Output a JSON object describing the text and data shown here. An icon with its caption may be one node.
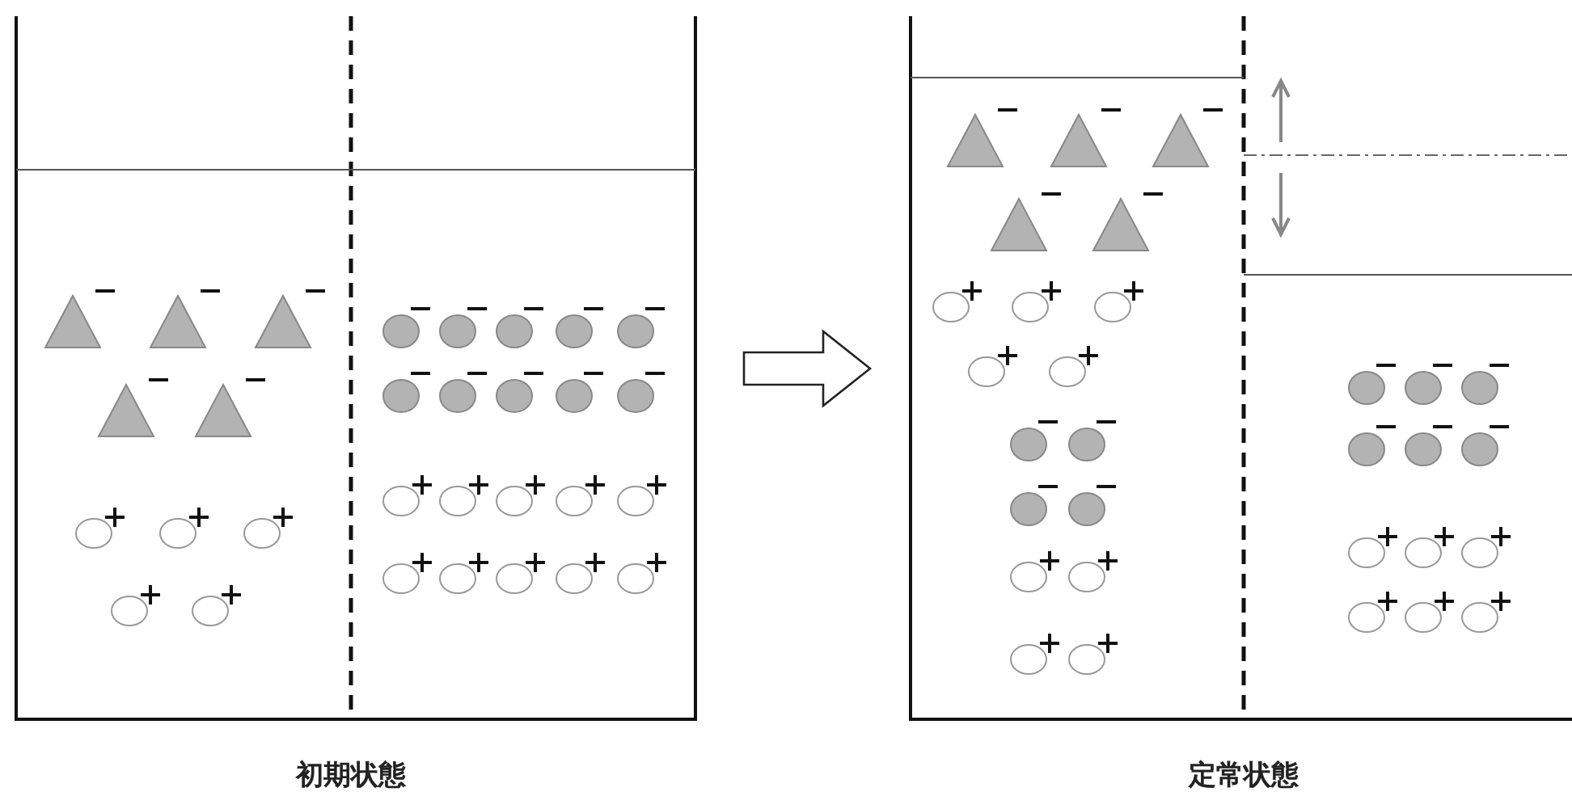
{
  "diagram": {
    "nodes": [
      {
        "text": [],
        "shape": "picture",
        "beside": [
          "初期状態"
        ]
      },
      {
        "text": [],
        "shape": "picture",
        "beside": [
          "定常状態"
        ]
      }
    ],
    "edges": [
      {
        "from": 0,
        "to": 1,
        "arrow": "to"
      }
    ]
  }
}
